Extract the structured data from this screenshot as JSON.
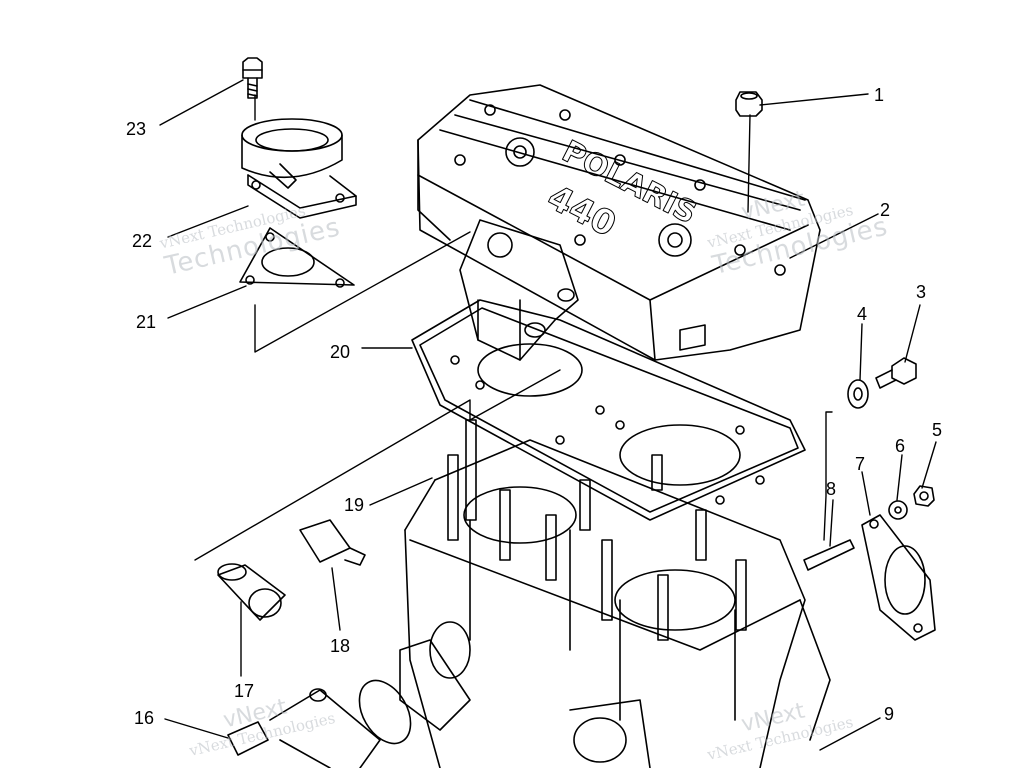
{
  "diagram": {
    "callouts": [
      "1",
      "2",
      "3",
      "4",
      "5",
      "6",
      "7",
      "8",
      "9",
      "16",
      "17",
      "18",
      "19",
      "20",
      "21",
      "22",
      "23"
    ],
    "cover_brand": "POLARIS",
    "cover_model": "440"
  },
  "watermark": {
    "line_small": "vNext Technologies",
    "line_big": "Technologies",
    "line_top": "vNext"
  },
  "colors": {
    "line": "#000000",
    "watermark": "#b9bec4"
  }
}
